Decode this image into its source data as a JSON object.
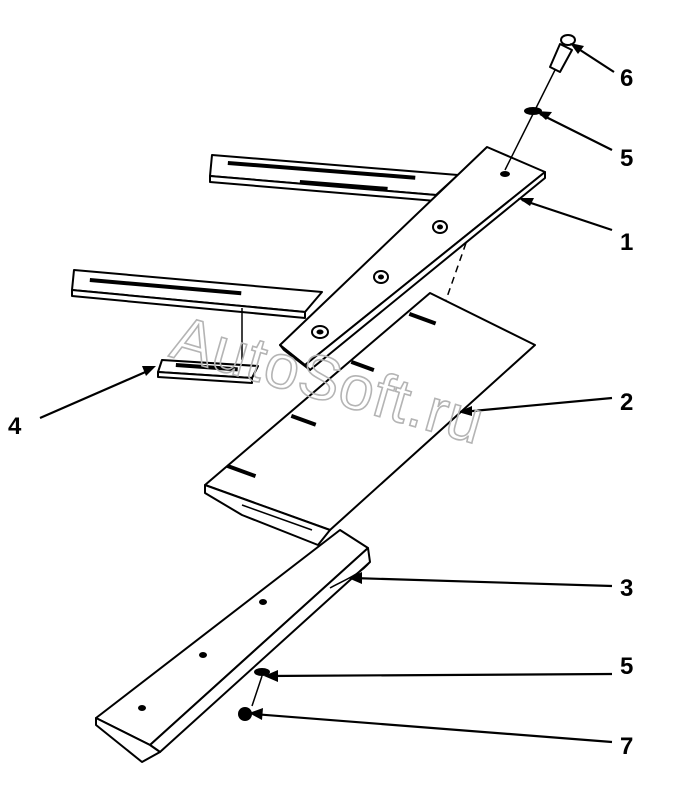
{
  "watermark": "AutoSoft.ru",
  "callouts": [
    {
      "id": "1",
      "label": "1"
    },
    {
      "id": "2",
      "label": "2"
    },
    {
      "id": "3",
      "label": "3"
    },
    {
      "id": "4",
      "label": "4"
    },
    {
      "id": "5a",
      "label": "5"
    },
    {
      "id": "5b",
      "label": "5"
    },
    {
      "id": "6",
      "label": "6"
    },
    {
      "id": "7",
      "label": "7"
    }
  ],
  "colors": {
    "line": "#000000",
    "watermark": "#b4b4b4",
    "background": "#ffffff"
  }
}
